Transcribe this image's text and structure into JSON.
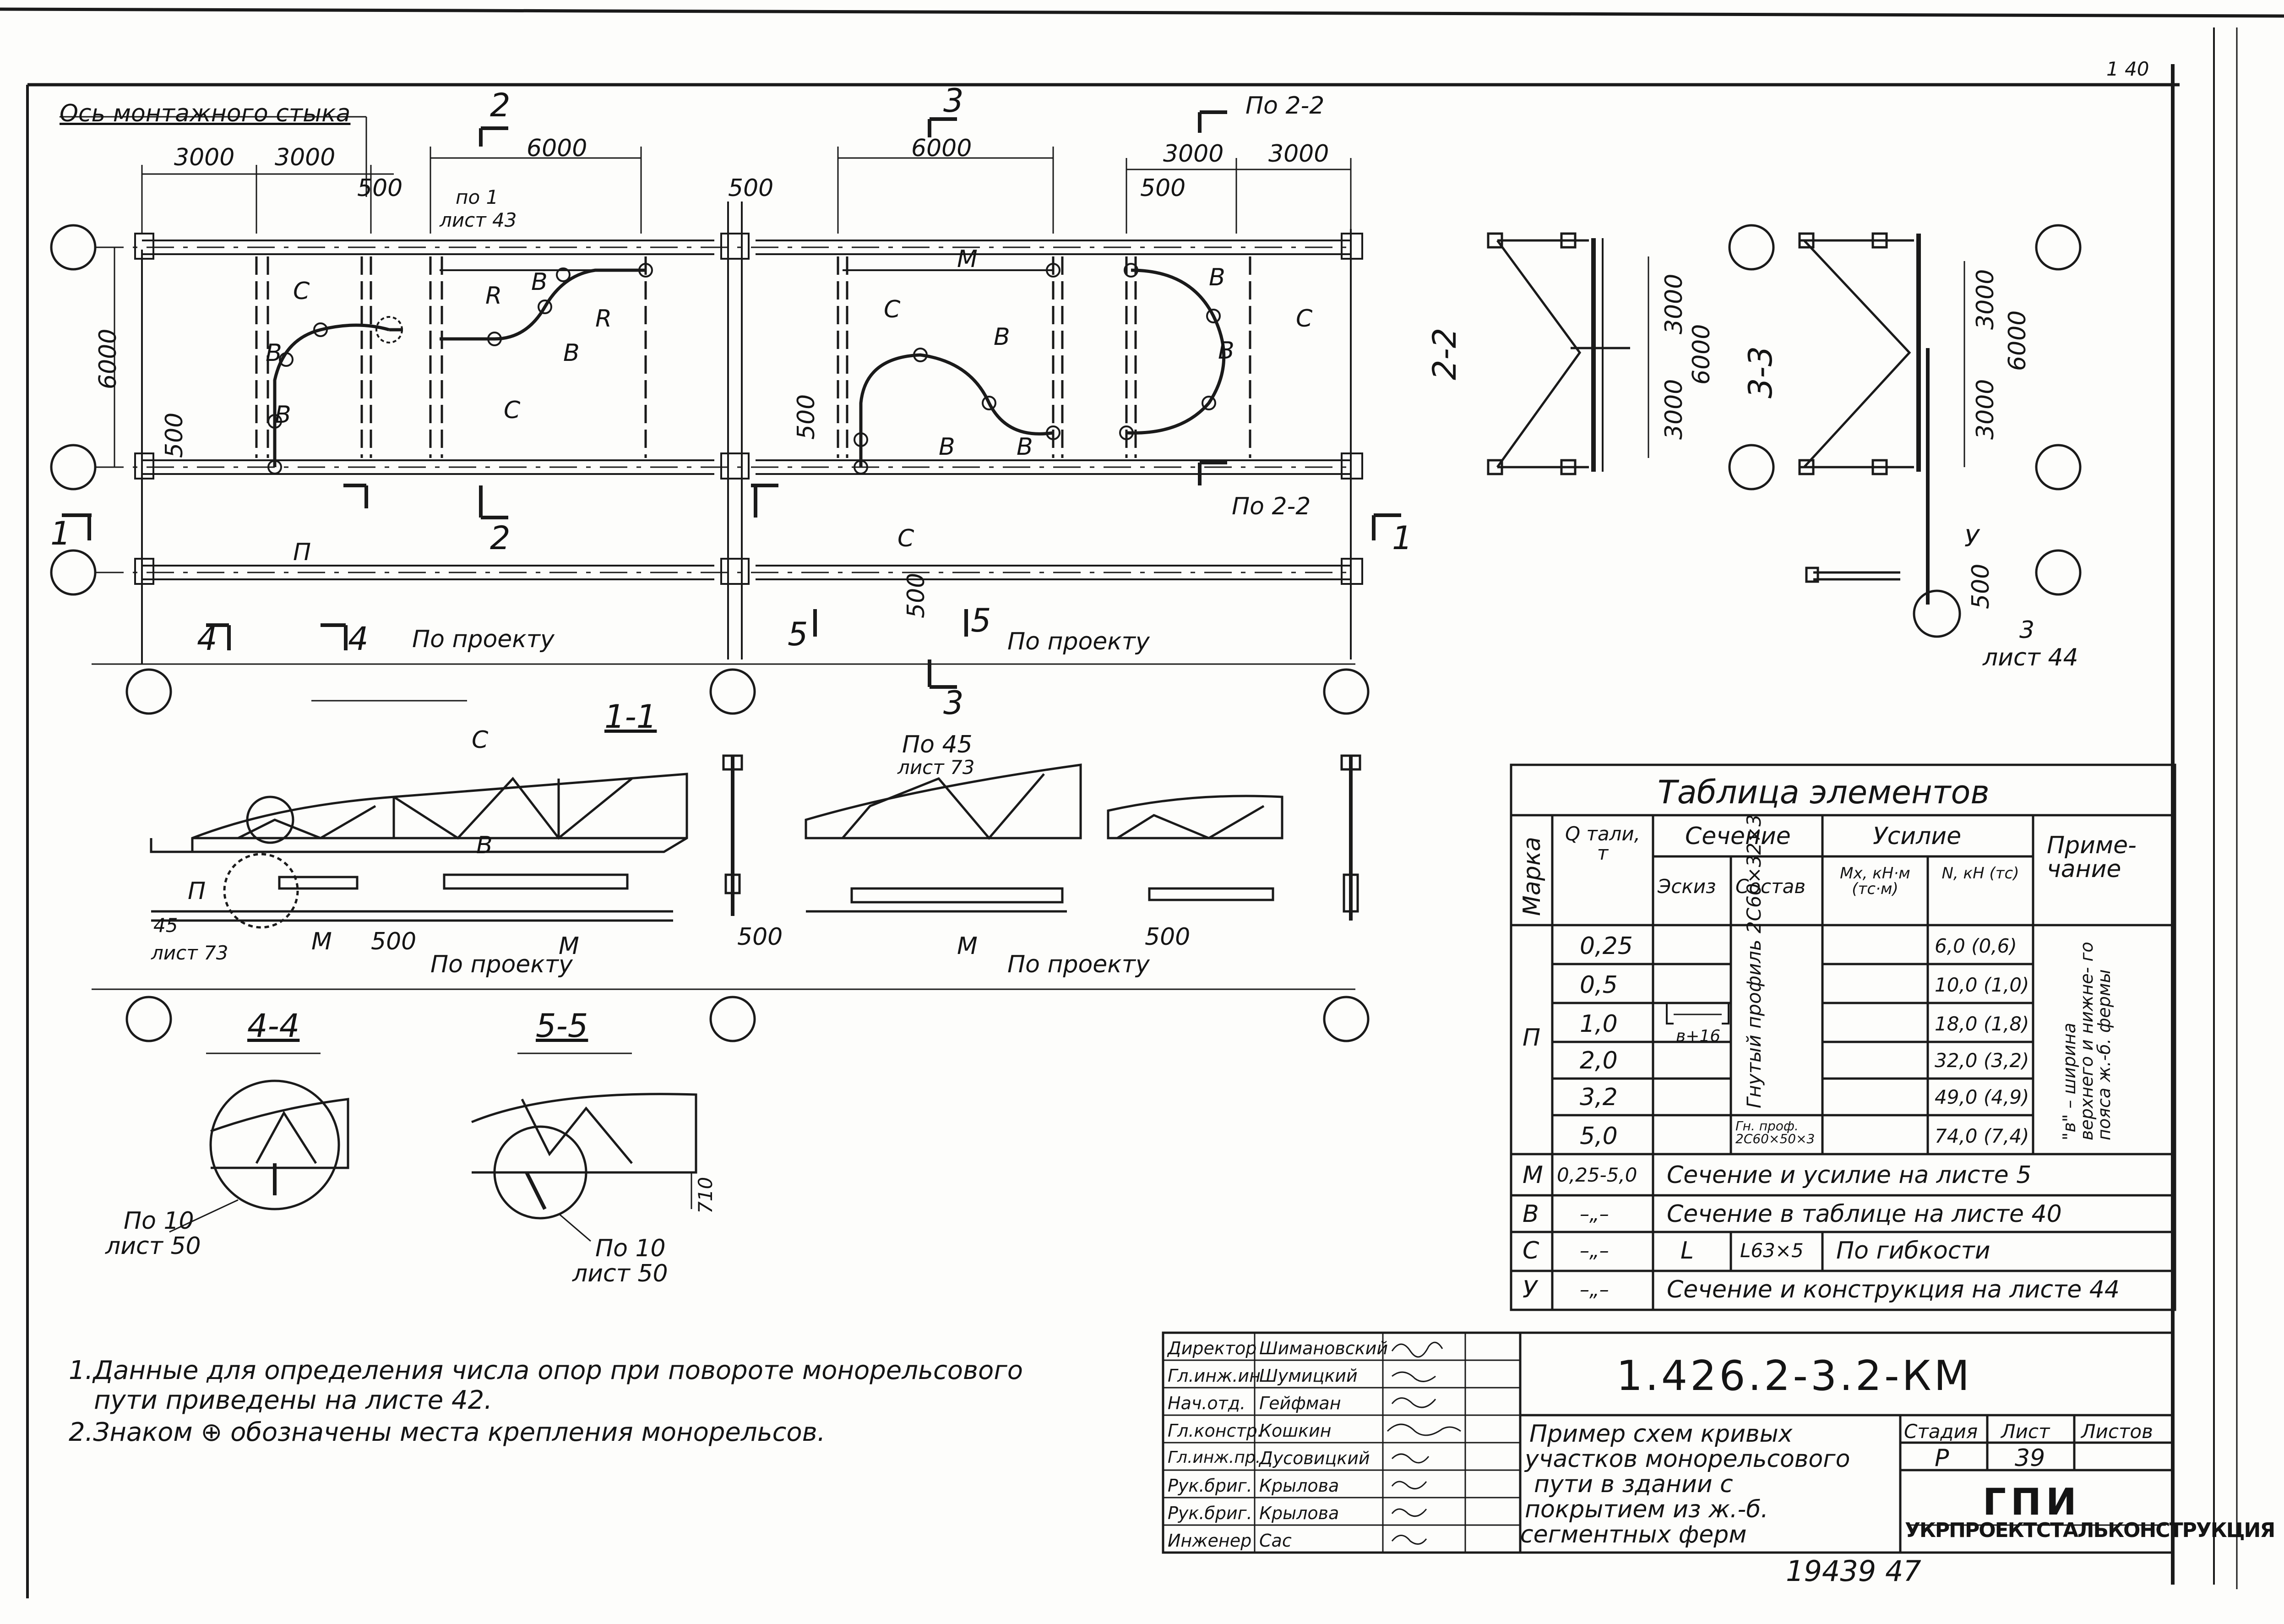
{
  "drawing": {
    "axis_label": "Ось монтажного стыка",
    "dims_top_left": [
      "3000",
      "3000",
      "6000"
    ],
    "dims_top_right": [
      "6000",
      "3000",
      "3000"
    ],
    "dim_500": "500",
    "dim_6000": "6000",
    "ref_sheet43_a": "по 1",
    "ref_sheet43_b": "лист 43",
    "ref_2_2": "По 2-2",
    "po_proektu": "По проекту",
    "section_marks": {
      "s1": "1",
      "s2": "2",
      "s3": "3",
      "s4": "4",
      "s5": "5"
    },
    "letters": {
      "B": "В",
      "C": "С",
      "M": "М",
      "P": "П",
      "R": "R",
      "U": "У"
    },
    "sec_2_2": "2-2",
    "sec_3_3": "3-3",
    "sec_1_1": "1-1",
    "sec_4_4": "4-4",
    "sec_5_5": "5-5",
    "side_dims": [
      "3000",
      "3000",
      "6000"
    ],
    "ref_sheet44_a": "3",
    "ref_sheet44_b": "лист 44",
    "ref_45_73_a": "45",
    "ref_45_73_b": "лист 73",
    "ref_po45_a": "По 45",
    "ref_po45_b": "лист 73",
    "ref_po10_a": "По 10",
    "ref_po10_b": "лист 50",
    "dim_710": "710",
    "corner_num": "1 40"
  },
  "table": {
    "title": "Таблица элементов",
    "h_mark": "Марка",
    "h_q": "Q тали, т",
    "h_section": "Сечение",
    "h_sketch": "Эскиз",
    "h_compose": "Состав",
    "h_force": "Усилие",
    "h_mx": "Mx, кН·м (тс·м)",
    "h_n": "N, кН (тс)",
    "h_note": "Приме- чание",
    "mark_p": "П",
    "q_values": [
      "0,25",
      "0,5",
      "1,0",
      "2,0",
      "3,2",
      "5,0"
    ],
    "n_values": [
      "6,0 (0,6)",
      "10,0 (1,0)",
      "18,0 (1,8)",
      "32,0 (3,2)",
      "49,0 (4,9)",
      "74,0 (7,4)"
    ],
    "profile_1": "Гнутый профиль 2С60×32×3",
    "profile_2": "Гн. проф. 2С60×50×3",
    "sketch_dim": "в+16",
    "note_p": "\"в\" – ширина верхнего и нижне- го пояса ж.-б. фермы",
    "row_m": {
      "mark": "М",
      "q": "0,25-5,0",
      "text": "Сечение и усилие на листе 5"
    },
    "row_v": {
      "mark": "В",
      "q": "–„–",
      "text": "Сечение в таблице на листе 40"
    },
    "row_c": {
      "mark": "С",
      "q": "–„–",
      "sketch": "L",
      "compose": "L63×5",
      "text": "По гибкости"
    },
    "row_u": {
      "mark": "У",
      "q": "–„–",
      "text": "Сечение и конструкция на листе 44"
    }
  },
  "notes": [
    "1.Данные для определения числа опор при повороте монорельсового",
    "пути приведены на листе 42.",
    "2.Знаком ⊕ обозначены места крепления монорельсов."
  ],
  "title_block": {
    "code": "1.426.2-3.2-КМ",
    "roles": [
      "Директор",
      "Гл.инж.ин",
      "Нач.отд.",
      "Гл.констр.",
      "Гл.инж.пр.",
      "Рук.бриг.",
      "Рук.бриг.",
      "Инженер"
    ],
    "names": [
      "Шимановский",
      "Шумицкий",
      "Гейфман",
      "Кошкин",
      "Дусовицкий",
      "Крылова",
      "Крылова",
      "Сас"
    ],
    "description": [
      "Пример схем кривых",
      "участков монорельсового",
      "пути в здании с",
      "покрытием из ж.-б.",
      "сегментных ферм"
    ],
    "h_stage": "Стадия",
    "h_sheet": "Лист",
    "h_sheets": "Листов",
    "stage": "Р",
    "sheet": "39",
    "org_1": "ГПИ",
    "org_2": "УКРПРОЕКТСТАЛЬКОНСТРУКЦИЯ",
    "bottom_numbers": "19439  47"
  }
}
